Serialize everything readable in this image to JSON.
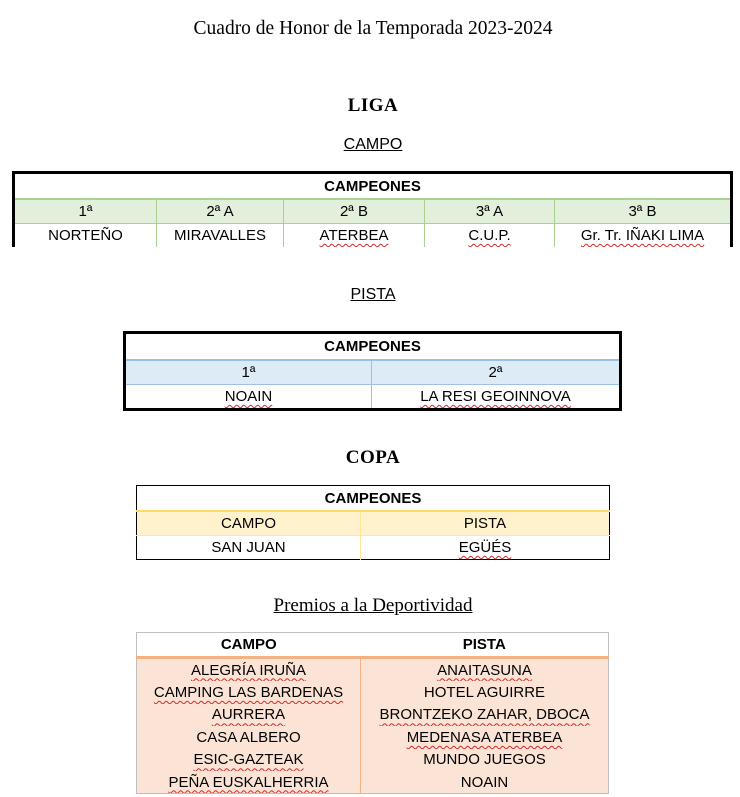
{
  "title": "Cuadro de Honor de la Temporada 2023-2024",
  "liga": {
    "heading": "LIGA",
    "campo": {
      "subheading": "CAMPO",
      "table_header": "CAMPEONES",
      "columns": [
        "1ª",
        "2ª A",
        "2ª B",
        "3ª A",
        "3ª B"
      ],
      "winners": [
        "NORTEÑO",
        "MIRAVALLES",
        "ATERBEA",
        "C.U.P.",
        "Gr. Tr. IÑAKI LIMA"
      ]
    },
    "pista": {
      "subheading": "PISTA",
      "table_header": "CAMPEONES",
      "columns": [
        "1ª",
        "2ª"
      ],
      "winners": [
        "NOAIN",
        "LA RESI GEOINNOVA"
      ]
    }
  },
  "copa": {
    "heading": "COPA",
    "table_header": "CAMPEONES",
    "columns": [
      "CAMPO",
      "PISTA"
    ],
    "winners": [
      "SAN JUAN",
      "EGÜÉS"
    ]
  },
  "deportividad": {
    "heading": "Premios a la Deportividad",
    "columns": [
      "CAMPO",
      "PISTA"
    ],
    "campo": [
      "ALEGRÍA IRUÑA",
      "CAMPING LAS BARDENAS",
      "AURRERA",
      "CASA ALBERO",
      "ESIC-GAZTEAK",
      "PEÑA EUSKALHERRIA"
    ],
    "pista": [
      "ANAITASUNA",
      "HOTEL AGUIRRE",
      "BRONTZEKO ZAHAR, DBOCA",
      "MEDENASA ATERBEA",
      "MUNDO JUEGOS",
      "NOAIN"
    ]
  }
}
